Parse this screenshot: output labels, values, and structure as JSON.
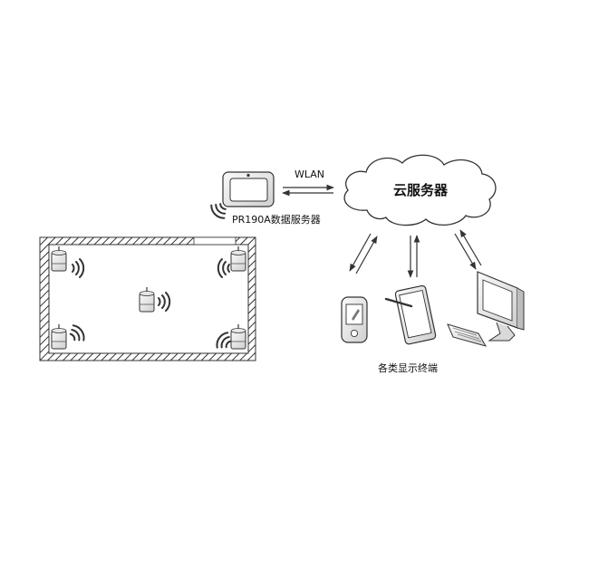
{
  "labels": {
    "wlan": "WLAN",
    "cloud": "云服务器",
    "server": "PR190A数据服务器",
    "terminals": "各类显示终端"
  },
  "sensor_count": 5,
  "colors": {
    "stroke": "#333333",
    "wall_fill": "#ffffff",
    "cloud_fill": "#ffffff",
    "device_fill": "#f2f2f2",
    "screen_fill": "#d9d9d9"
  }
}
